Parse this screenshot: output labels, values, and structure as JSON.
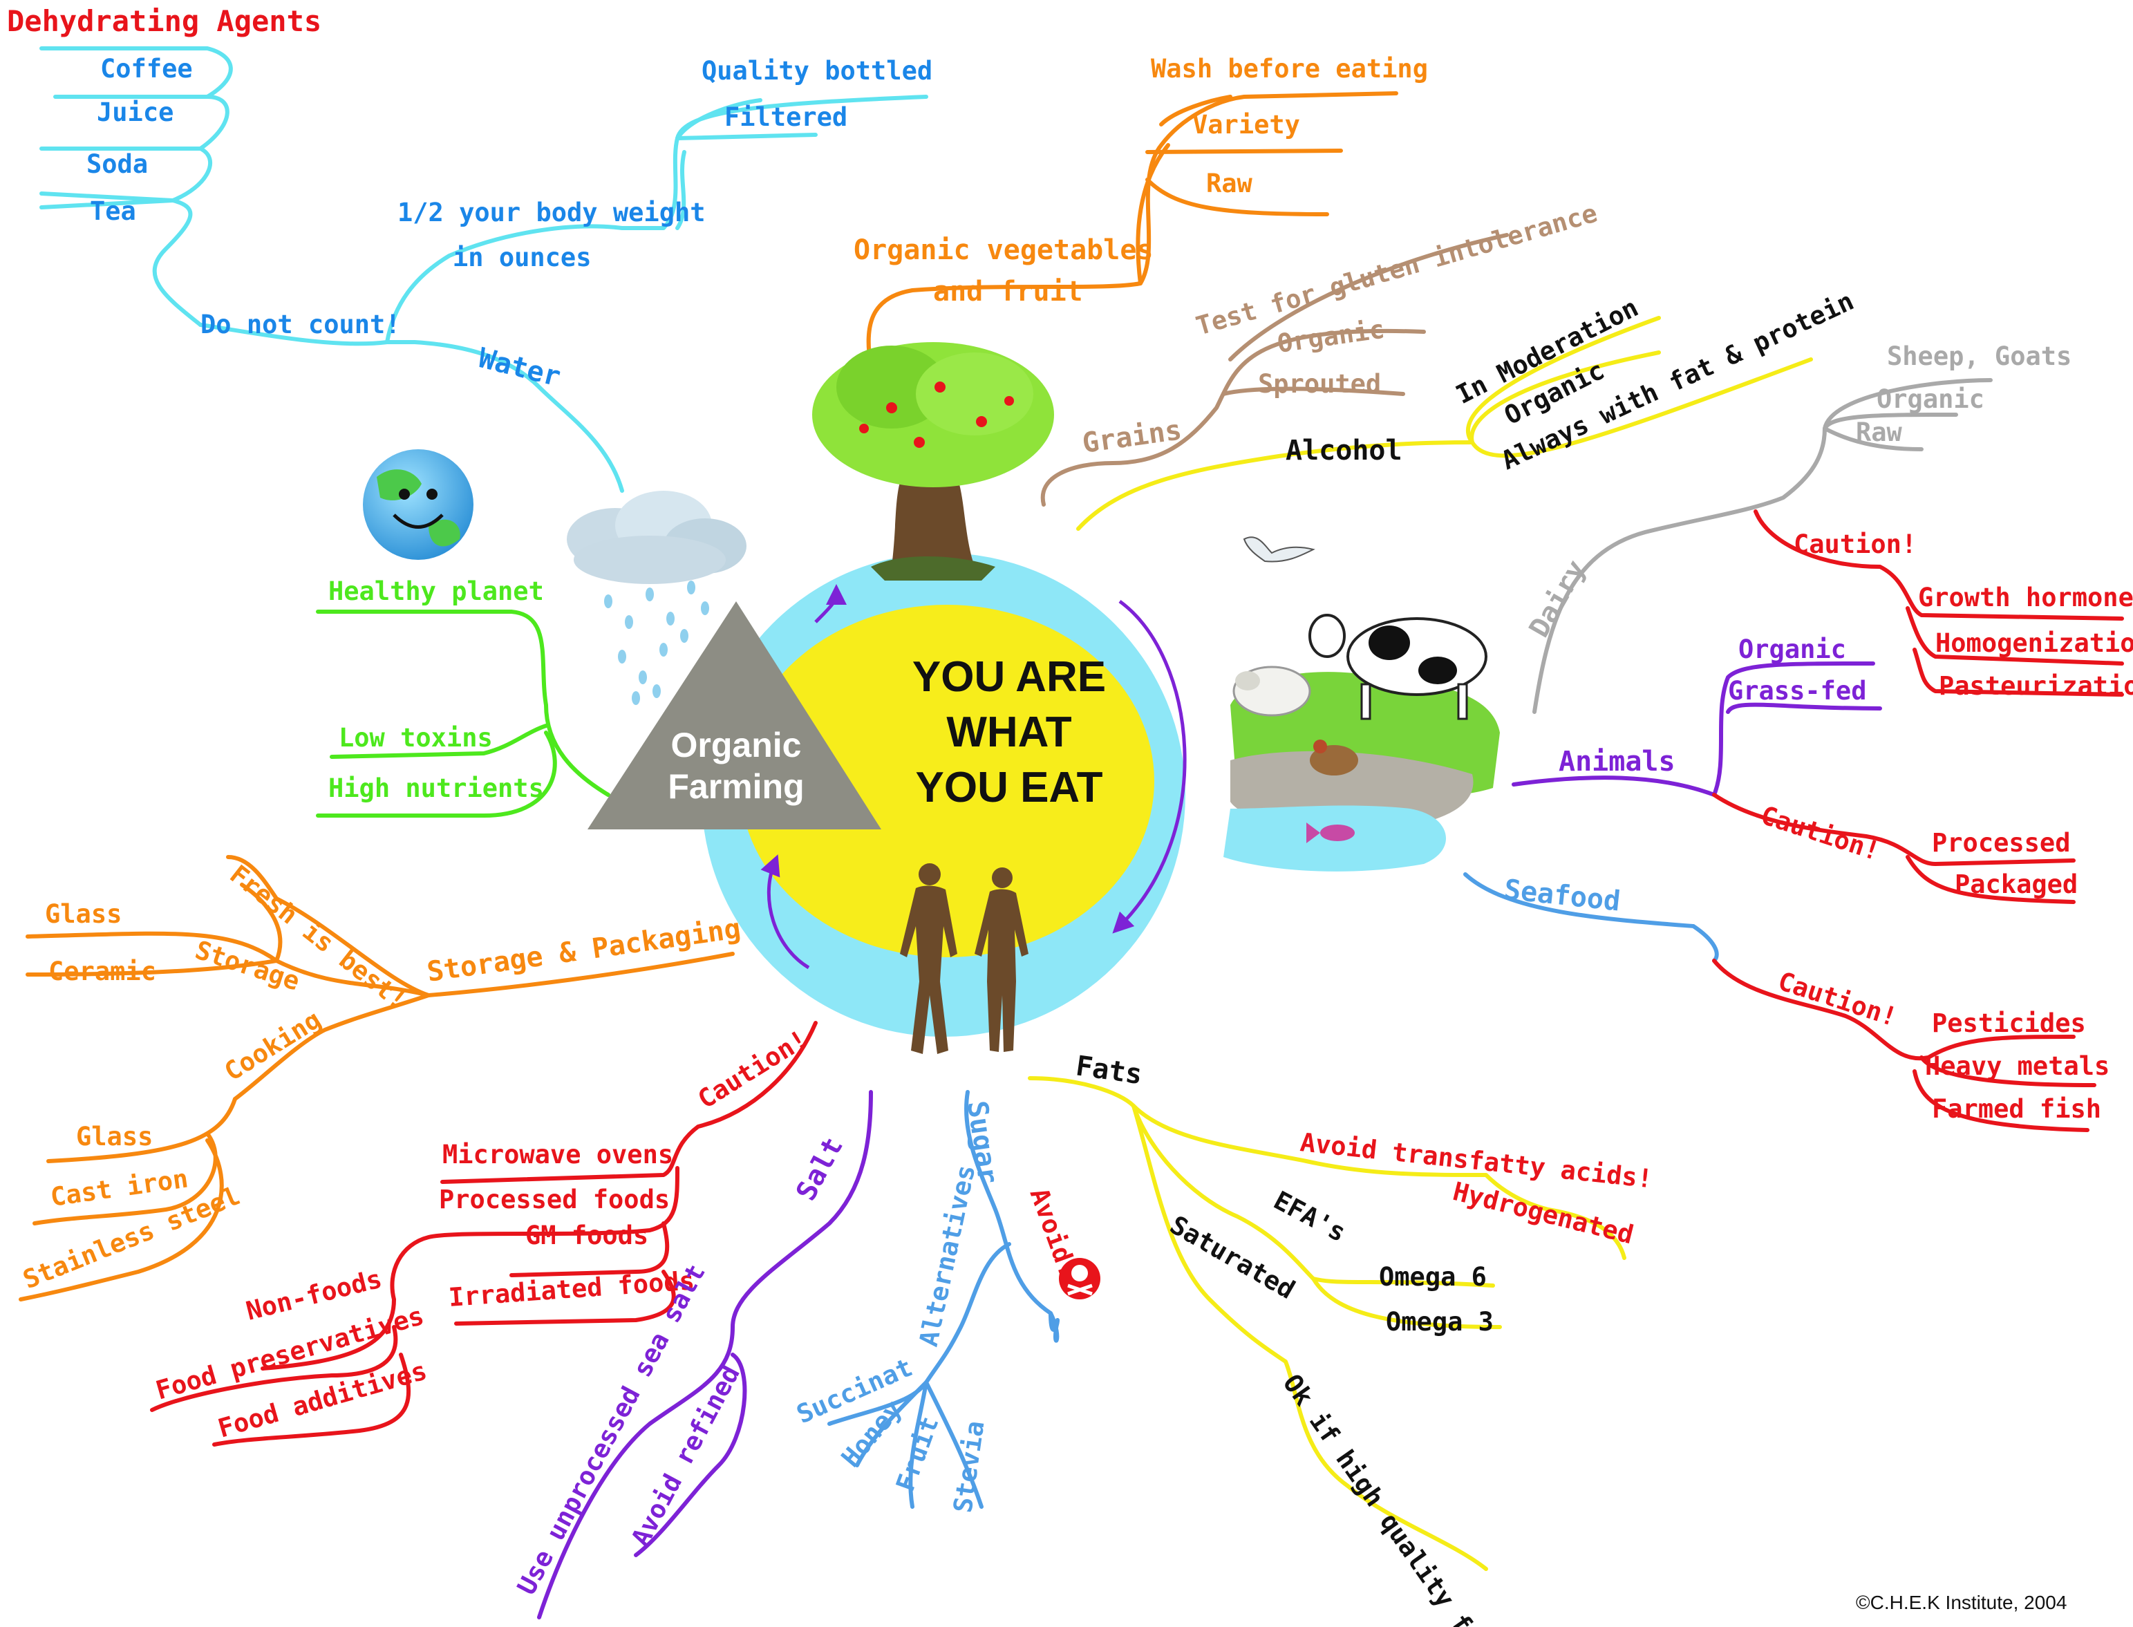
{
  "center": {
    "line1": "YOU ARE",
    "line2": "WHAT",
    "line3": "YOU EAT"
  },
  "farming": {
    "line1": "Organic",
    "line2": "Farming"
  },
  "copyright": "©C.H.E.K Institute, 2004",
  "colors": {
    "red": "#e8141b",
    "cyan": "#5fe3f0",
    "blue": "#1a86e8",
    "orange": "#f7880f",
    "tan": "#b58f72",
    "yellow": "#f5ec17",
    "grey": "#a9a9a9",
    "purple": "#7d22d6",
    "green": "#4de81d",
    "lightblue": "#4f9ee6",
    "black": "#111111"
  },
  "icons": [
    "tree-icon",
    "cloud-rain-icon",
    "earth-smile-icon",
    "farm-animals-icon",
    "bird-icon",
    "fish-icon",
    "people-icon",
    "skull-crossbones-icon"
  ],
  "water": {
    "title": "Dehydrating Agents",
    "coffee": "Coffee",
    "juice": "Juice",
    "soda": "Soda",
    "tea": "Tea",
    "do_not_count": "Do not count!",
    "water": "Water",
    "half_weight": "1/2 your body weight",
    "in_ounces": "in ounces",
    "quality_bottled": "Quality bottled",
    "filtered": "Filtered"
  },
  "vegetables": {
    "wash": "Wash before eating",
    "variety": "Variety",
    "raw": "Raw",
    "line1": "Organic vegetables",
    "line2": "and fruit"
  },
  "grains": {
    "test_gluten": "Test for gluten intolerance",
    "organic": "Organic",
    "sprouted": "Sprouted",
    "grains": "Grains"
  },
  "alcohol": {
    "in_moderation": "In Moderation",
    "organic": "Organic",
    "with_fat": "Always with fat & protein",
    "alcohol": "Alcohol"
  },
  "dairy": {
    "sheep_goats": "Sheep, Goats",
    "organic": "Organic",
    "raw": "Raw",
    "dairy": "Dairy",
    "caution": "Caution!",
    "hormones": "Growth hormones",
    "homogenization": "Homogenization",
    "pasteurization": "Pasteurization"
  },
  "animals": {
    "organic": "Organic",
    "grass_fed": "Grass-fed",
    "animals": "Animals",
    "caution": "Caution!",
    "processed": "Processed",
    "packaged": "Packaged"
  },
  "seafood": {
    "seafood": "Seafood",
    "caution": "Caution!",
    "pesticides": "Pesticides",
    "heavy_metals": "Heavy metals",
    "farmed_fish": "Farmed fish"
  },
  "planet": {
    "healthy": "Healthy planet",
    "low_toxins": "Low toxins",
    "high_nutrients": "High nutrients"
  },
  "storage": {
    "glass": "Glass",
    "ceramic": "Ceramic",
    "storage": "Storage",
    "fresh": "Fresh is best!",
    "title": "Storage & Packaging",
    "cooking": "Cooking",
    "glass2": "Glass",
    "cast_iron": "Cast iron",
    "stainless": "Stainless steel"
  },
  "nonfoods": {
    "caution": "Caution!",
    "microwave": "Microwave ovens",
    "processed": "Processed foods",
    "gm": "GM foods",
    "irradiated": "Irradiated foods",
    "nonfoods": "Non-foods",
    "preservatives": "Food preservatives",
    "additives": "Food additives"
  },
  "salt": {
    "salt": "Salt",
    "sea_salt": "Use unprocessed sea salt",
    "avoid_refined": "Avoid refined"
  },
  "sugar": {
    "sugar": "Sugar",
    "avoid": "Avoid!",
    "alternatives": "Alternatives",
    "succinat": "Succinat",
    "honey": "Honey",
    "fruit": "Fruit",
    "stevia": "Stevia"
  },
  "fats": {
    "fats": "Fats",
    "avoid_trans": "Avoid transfatty acids!",
    "hydrogenated": "Hydrogenated",
    "efas": "EFA's",
    "omega6": "Omega 6",
    "omega3": "Omega 3",
    "saturated": "Saturated",
    "ok_quality": "Ok if high quality fat"
  }
}
